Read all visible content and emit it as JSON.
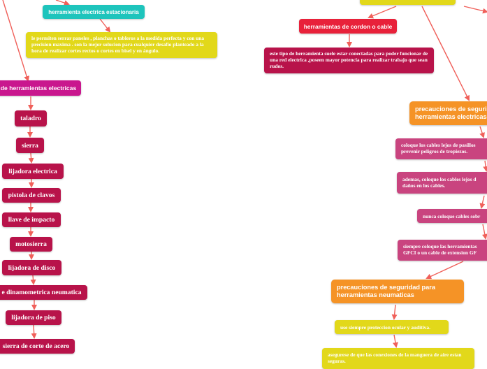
{
  "colors": {
    "line": "#f0605a",
    "crimson": "#b8134a",
    "magenta": "#c9178e",
    "red": "#e8213a",
    "teal": "#1ec4bc",
    "yellow": "#e2d81a",
    "orange": "#f59326",
    "pink": "#c9447f"
  },
  "nodes": {
    "estacionaria": "herramienta electrica estacionaria",
    "estacionaria_desc": "le permiten serrar paneles , planchas o tableros a la medida perfecta y con una precision maxima . son la mejor solucion para cualquier desafio planteado a la hora de realizar cortes rectos o cortes en bisel y en ángulo.",
    "tipos": "de herramientas electricas",
    "taladro": "taladro",
    "sierra": "sierra",
    "lijadora_electrica": "lijadora electrica",
    "pistola": "pistola de clavos",
    "llave": "llave de impacto",
    "motosierra": "motosierra",
    "lijadora_disco": "lijadora de disco",
    "dinamometrica": "e dinamometrica neumatica",
    "lijadora_piso": "lijadora de piso",
    "sierra_acero": "sierra de corte de acero",
    "cordon": "herramientas de cordon o cable",
    "cordon_desc": "este tipo de herramienta suele estar conectadas para poder funcionar de una red electrica ,poseen mayor potencia para realizar trabajo que sean rudos.",
    "prec_electricas": "precauciones de seguri herramientas electricas",
    "cables_pasillos": "coloque los cables lejos de pasillos prevenir peligros de tropiezos.",
    "cables_danos": "ademas, coloque los cables lejos d daños en los cables.",
    "nunca": "nunca coloque cables sobr",
    "siempre": "siempre coloque las herramientas GFCI o un cable de extension GF",
    "prec_neumaticas": "precauciones de seguridad para herramientas neumaticas",
    "proteccion": "use siempre proteccion ocular y auditiva.",
    "conexiones": "asegurese de que las conexiones de la manguera de aire estan seguras."
  }
}
